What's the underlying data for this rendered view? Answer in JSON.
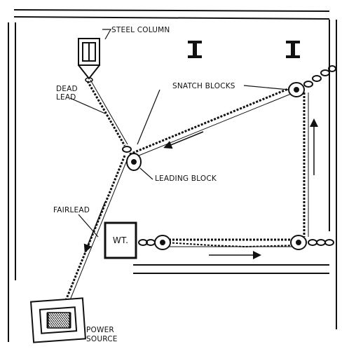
{
  "labels": {
    "steel_column": "STEEL COLUMN",
    "dead_lead_1": "DEAD",
    "dead_lead_2": "LEAD",
    "snatch_blocks": "SNATCH BLOCKS",
    "leading_block": "LEADING BLOCK",
    "fairlead": "FAIRLEAD",
    "weight": "WT.",
    "power_source_1": "POWER",
    "power_source_2": "SOURCE"
  }
}
